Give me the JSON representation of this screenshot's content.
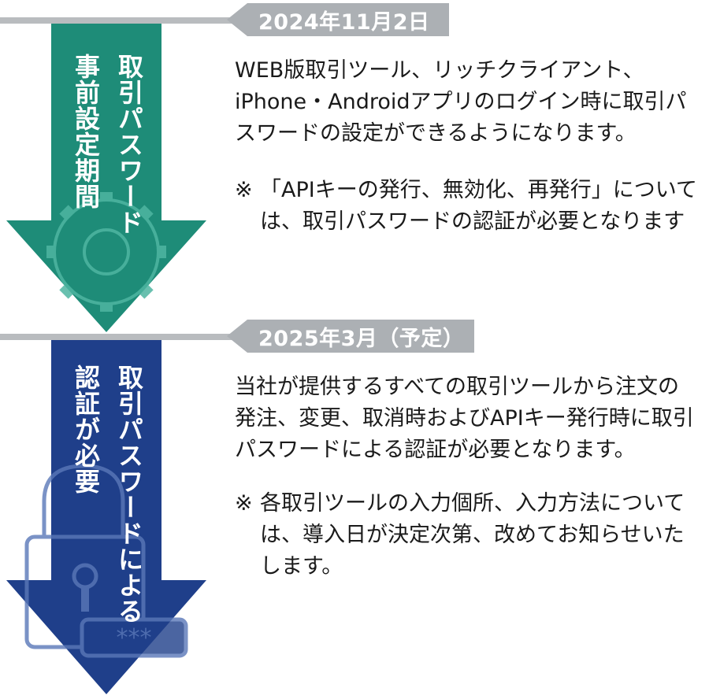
{
  "stage1": {
    "date": "2024年11月2日",
    "arrow_line1": "取引パスワード",
    "arrow_line2": "事前設定期間",
    "arrow_color": "#1e8c78",
    "icon": "gear-icon",
    "description": "WEB版取引ツール、リッチクライアント、iPhone・Androidアプリのログイン時に取引パスワードの設定ができるようになります。",
    "note_mark": "※",
    "note": "「APIキーの発行、無効化、再発行」については、取引パスワードの認証が必要となります"
  },
  "stage2": {
    "date": "2025年3月（予定）",
    "arrow_line1": "取引パスワードによる",
    "arrow_line2": "認証が必要",
    "arrow_color": "#1f3f8a",
    "icon": "padlock-icon",
    "description": "当社が提供するすべての取引ツールから注文の発注、変更、取消時およびAPIキー発行時に取引パスワードによる認証が必要となります。",
    "note_mark": "※",
    "note": "各取引ツールの入力個所、入力方法については、導入日が決定次第、改めてお知らせいたします。"
  },
  "colors": {
    "date_tag": "#acb0b4",
    "rule": "#b9bcbf"
  }
}
